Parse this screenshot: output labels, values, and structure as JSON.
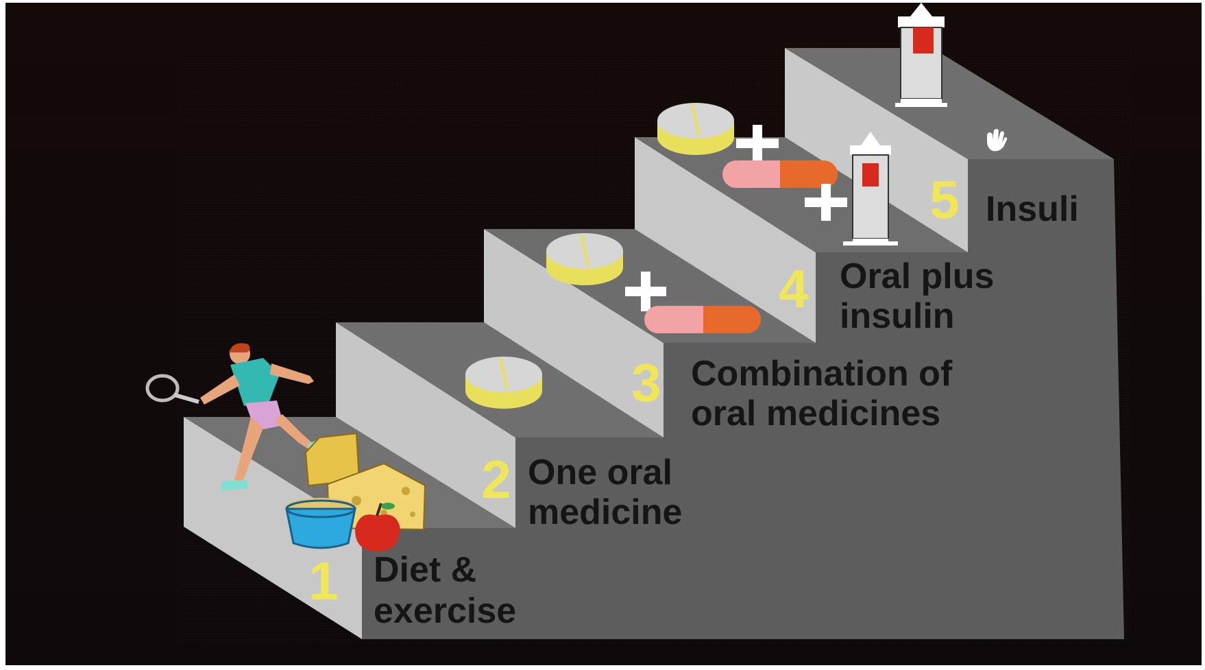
{
  "colors": {
    "background": "#140a08",
    "tread": "#6e6e6e",
    "riser": "#c9c9c9",
    "side_wall": "#5a5a5a",
    "number": "#efe65a",
    "label": "#151515"
  },
  "steps": [
    {
      "number": "1",
      "label_lines": [
        "Diet &",
        "exercise"
      ],
      "icons": [
        "tennis-player-icon",
        "cheese-icon",
        "food-bowl-icon",
        "apple-icon"
      ]
    },
    {
      "number": "2",
      "label_lines": [
        "One oral",
        "medicine"
      ],
      "icons": [
        "pill-icon"
      ]
    },
    {
      "number": "3",
      "label_lines": [
        "Combination of",
        "oral medicines"
      ],
      "icons": [
        "pill-icon",
        "plus-icon",
        "capsule-icon"
      ]
    },
    {
      "number": "4",
      "label_lines": [
        "Oral plus",
        "insulin"
      ],
      "icons": [
        "pill-icon",
        "plus-icon",
        "capsule-icon",
        "plus-icon",
        "syringe-icon"
      ]
    },
    {
      "number": "5",
      "label_lines": [
        "Insuli"
      ],
      "icons": [
        "syringe-icon",
        "hand-icon"
      ]
    }
  ]
}
